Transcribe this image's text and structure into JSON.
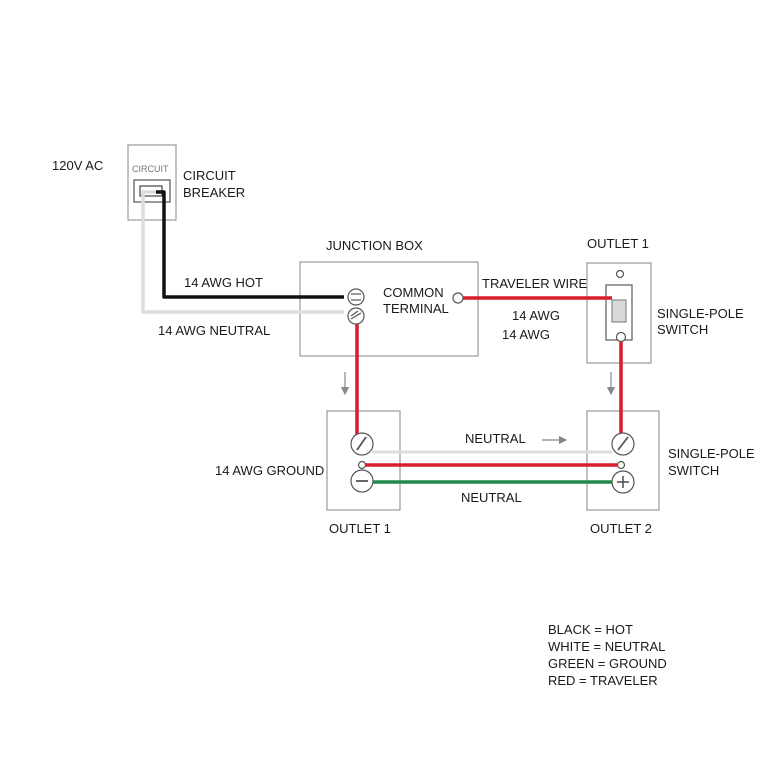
{
  "colors": {
    "hot": "#111111",
    "neutral": "#dddddd",
    "ground": "#1f8a4c",
    "traveler": "#d81e2c",
    "box_border": "#9a9a9a"
  },
  "source": {
    "voltage_label": "120V AC"
  },
  "breaker": {
    "panel_label": "CIRCUIT",
    "title_line1": "CIRCUIT",
    "title_line2": "BREAKER"
  },
  "junction_box": {
    "title": "JUNCTION BOX",
    "terminal_line1": "COMMON",
    "terminal_line2": "TERMINAL"
  },
  "wires": {
    "hot_label": "14 AWG HOT",
    "neutral_label": "14 AWG NEUTRAL",
    "traveler_label": "TRAVELER WIRE",
    "awg_label_1": "14 AWG",
    "awg_label_2": "14 AWG",
    "ground_label": "14 AWG GROUND",
    "neutral_top_label": "NEUTRAL",
    "neutral_bottom_label": "NEUTRAL"
  },
  "devices": {
    "top_right_title": "OUTLET 1",
    "top_right_switch_line1": "SINGLE-POLE",
    "top_right_switch_line2": "SWITCH",
    "outlet1_label": "OUTLET 1",
    "outlet2_label": "OUTLET 2",
    "outlet2_switch_line1": "SINGLE-POLE",
    "outlet2_switch_line2": "SWITCH"
  },
  "legend": [
    "BLACK = HOT",
    "WHITE = NEUTRAL",
    "GREEN = GROUND",
    "RED = TRAVELER"
  ]
}
